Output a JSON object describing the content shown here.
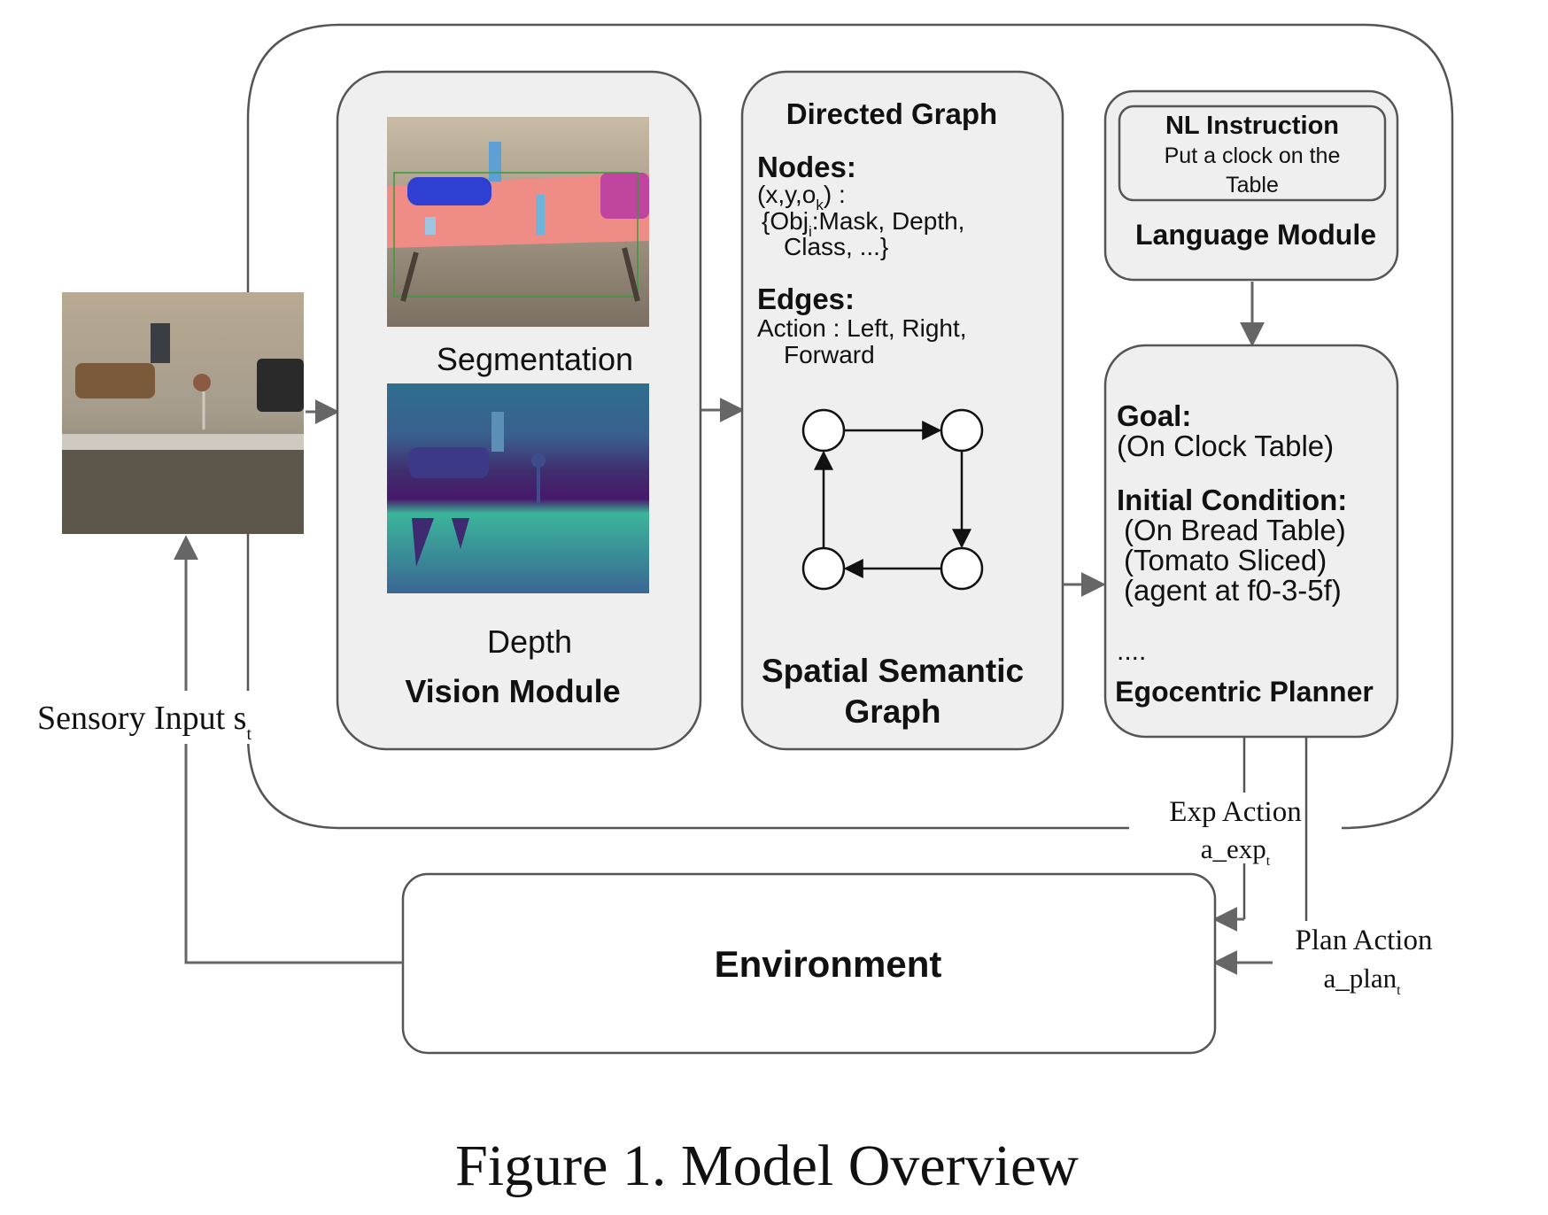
{
  "figure": {
    "caption": "Figure 1. Model Overview"
  },
  "sensory_input": {
    "label": "Sensory Input s",
    "subscript": "t"
  },
  "vision_module": {
    "title": "Vision Module",
    "segmentation_label": "Segmentation",
    "depth_label": "Depth"
  },
  "graph_module": {
    "header": "Directed Graph",
    "nodes_heading": "Nodes:",
    "nodes_line1": "(x,y,o",
    "nodes_line1_sub": "k",
    "nodes_line1_end": ") :",
    "nodes_line2": "{Obj",
    "nodes_line2_sub": "i",
    "nodes_line2_end": ":Mask, Depth,",
    "nodes_line3": "Class, ...}",
    "edges_heading": "Edges:",
    "edges_line1": "Action : Left, Right,",
    "edges_line2": "Forward",
    "title_line1": "Spatial Semantic",
    "title_line2": "Graph"
  },
  "language_module": {
    "instruction_heading": "NL Instruction",
    "instruction_line1": "Put a clock on the",
    "instruction_line2": "Table",
    "title": "Language Module"
  },
  "planner": {
    "goal_heading": "Goal:",
    "goal": "(On Clock Table)",
    "init_heading": "Initial Condition:",
    "init_items": [
      "(On Bread Table)",
      "(Tomato Sliced)",
      "(agent at f0-3-5f)"
    ],
    "ellipsis": "....",
    "title": "Egocentric Planner"
  },
  "actions": {
    "exp_label": "Exp Action",
    "exp_var": "a_exp",
    "exp_sub": "t",
    "plan_label": "Plan Action",
    "plan_var": "a_plan",
    "plan_sub": "t"
  },
  "environment": {
    "title": "Environment"
  },
  "colors": {
    "box_fill": "#efefef",
    "stroke": "#555555",
    "arrow": "#666666",
    "text": "#111111"
  },
  "icons": [
    "scene-photo",
    "segmentation-image",
    "depth-map-image"
  ]
}
